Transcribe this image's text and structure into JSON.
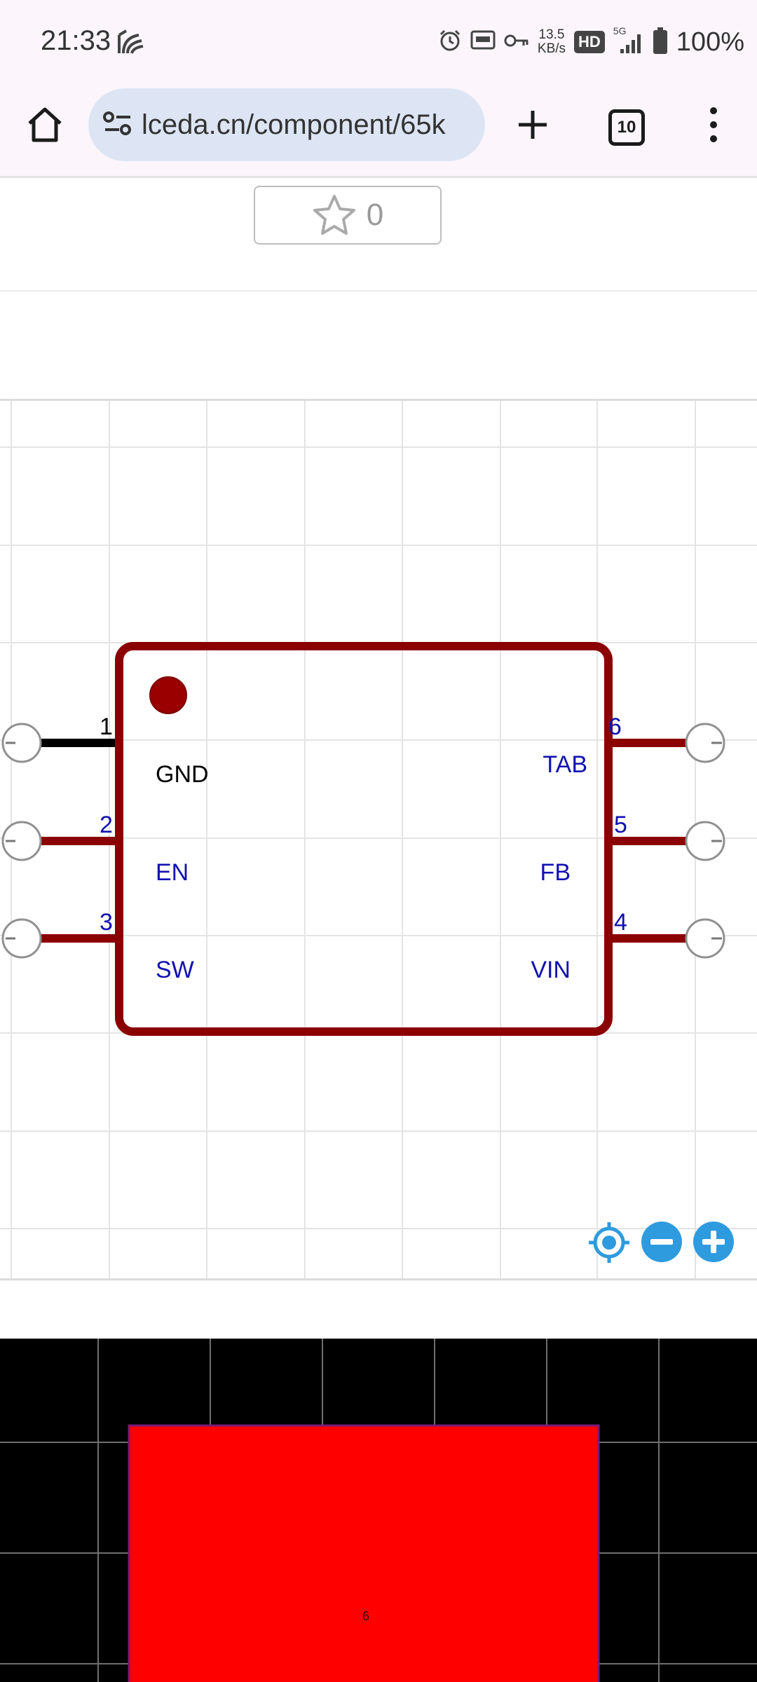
{
  "status_bar": {
    "time": "21:33",
    "net_speed_value": "13.5",
    "net_speed_unit": "KB/s",
    "hd_label": "HD",
    "signal_label": "5G",
    "battery": "100%",
    "icons": [
      "alarm-icon",
      "auto-hz-icon",
      "vpn-key-icon",
      "signal-icon",
      "battery-icon"
    ]
  },
  "browser": {
    "url": "lceda.cn/component/65k",
    "tab_count": "10"
  },
  "favorite": {
    "count": "0"
  },
  "schematic": {
    "pins_left": [
      {
        "number": "1",
        "name": "GND"
      },
      {
        "number": "2",
        "name": "EN"
      },
      {
        "number": "3",
        "name": "SW"
      }
    ],
    "pins_right": [
      {
        "number": "6",
        "name": "TAB"
      },
      {
        "number": "5",
        "name": "FB"
      },
      {
        "number": "4",
        "name": "VIN"
      }
    ],
    "colors": {
      "body": "#8b0000",
      "pin_label": "#1212b0",
      "selected_pin": "#000000",
      "grid": "#e4e4e4"
    }
  },
  "pcb": {
    "pad_label": "6",
    "colors": {
      "pad": "#ff0000",
      "background": "#000000",
      "grid": "#6f6f6f"
    }
  }
}
